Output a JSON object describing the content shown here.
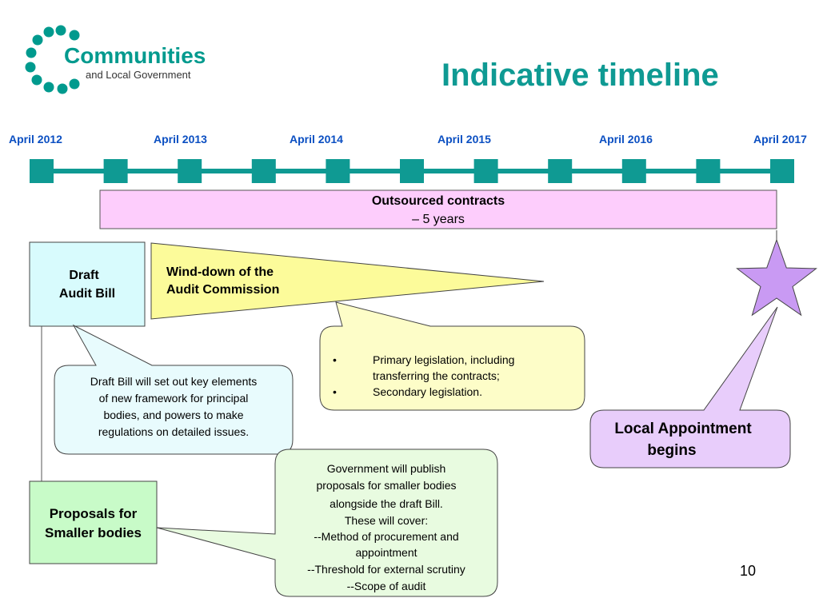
{
  "logo": {
    "name": "Communities",
    "subtitle": "and Local Government",
    "color": "#009a8e"
  },
  "title": "Indicative timeline",
  "timeline": {
    "labels": [
      "April 2012",
      "April 2013",
      "April 2014",
      "April 2015",
      "April 2016",
      "April 2017"
    ],
    "color": "#0f9a93",
    "label_color": "#0b4fc2",
    "markers": 11
  },
  "outsourced": {
    "line1": "Outsourced contracts",
    "line2": "– 5 years",
    "fill": "#fdcdfc"
  },
  "draft_bill": {
    "line1": "Draft",
    "line2": "Audit Bill",
    "fill": "#d8fbfd"
  },
  "wind_down": {
    "line1": "Wind-down of the",
    "line2": "Audit Commission",
    "fill": "#fcfb9a"
  },
  "legislation_callout": {
    "bullets": [
      {
        "marker": "•",
        "lines": [
          "Primary legislation, including",
          "transferring the contracts;"
        ]
      },
      {
        "marker": "•",
        "lines": [
          "Secondary legislation."
        ]
      }
    ],
    "fill": "#fdfdc8"
  },
  "draft_bill_callout": {
    "lines": [
      "Draft Bill will set out key elements",
      "of new framework for principal",
      "bodies, and powers to make",
      "regulations on detailed issues."
    ],
    "fill": "#e8fbfd"
  },
  "local_appointment": {
    "line1": "Local Appointment",
    "line2": "begins",
    "fill": "#e8cdfb",
    "star_fill": "#c99af3"
  },
  "smaller_bodies": {
    "line1": "Proposals for",
    "line2": "Smaller bodies",
    "fill": "#c8fbc8"
  },
  "government_callout": {
    "lines": [
      "Government will publish",
      "proposals for smaller bodies",
      "alongside the draft Bill.",
      "These will cover:",
      "--Method of procurement and",
      "appointment",
      "--Threshold for external scrutiny",
      "--Scope of audit"
    ],
    "fill": "#e8fbe0"
  },
  "page_number": "10"
}
